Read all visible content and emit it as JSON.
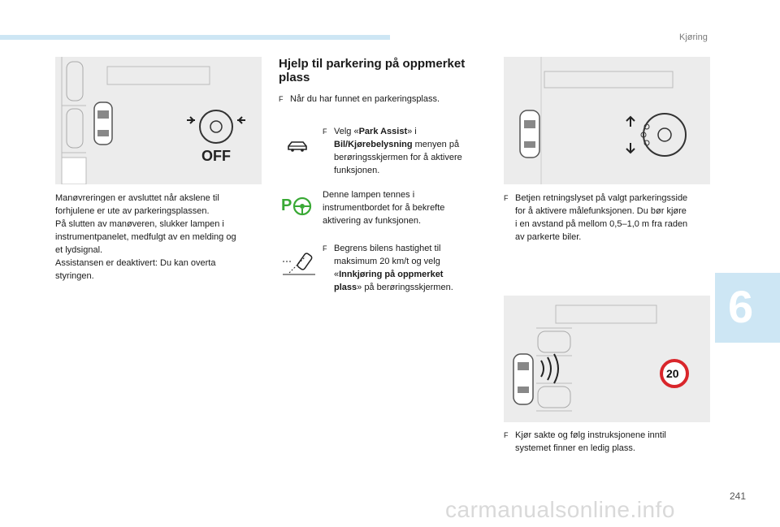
{
  "header": {
    "section": "Kjøring"
  },
  "chapter": {
    "number": "6"
  },
  "page": {
    "number": "241"
  },
  "watermark": "carmanualsonline.info",
  "left": {
    "figure_label": "OFF",
    "para_lines": [
      "Manøvreringen er avsluttet når akslene til",
      "forhjulene er ute av parkeringsplassen.",
      "På slutten av manøveren, slukker lampen i",
      "instrumentpanelet, medfulgt av en melding og",
      "et lydsignal.",
      "Assistansen er deaktivert: Du kan overta",
      "styringen."
    ]
  },
  "middle": {
    "heading_line1": "Hjelp til parkering på oppmerket",
    "heading_line2": "plass",
    "bullet_marker": "F",
    "step1": "Når du har funnet en parkeringsplass.",
    "step2_pre": "Velg «",
    "step2_bold1": "Park Assist",
    "step2_mid": "» i",
    "step2_bold2": "Bil/Kjørebelysning",
    "step2_post1": " menyen på",
    "step2_line3": "berøringsskjermen for å aktivere",
    "step2_line4": "funksjonen.",
    "lamp_lines": [
      "Denne lampen tennes i",
      "instrumentbordet for å bekrefte",
      "aktivering av funksjonen."
    ],
    "step3_line1": "Begrens bilens hastighet til",
    "step3_line2": "maksimum 20 km/t og velg",
    "step3_line3_pre": "«",
    "step3_bold_a": "Innkjøring på oppmerket",
    "step3_bold_b": "plass",
    "step3_line4_post": "» på berøringsskjermen."
  },
  "right": {
    "step4_lines": [
      "Betjen retningslyset på valgt parkeringsside",
      "for å aktivere målefunksjonen. Du bør kjøre",
      "i en avstand på mellom 0,5–1,0 m fra raden",
      "av parkerte biler."
    ],
    "speed_sign": "20",
    "step5_lines": [
      "Kjør sakte og følg instruksjonene inntil",
      "systemet finner en ledig plass."
    ]
  },
  "colors": {
    "accent": "#cde6f4",
    "lamp_green": "#39a935",
    "speed_red": "#d9262b"
  }
}
